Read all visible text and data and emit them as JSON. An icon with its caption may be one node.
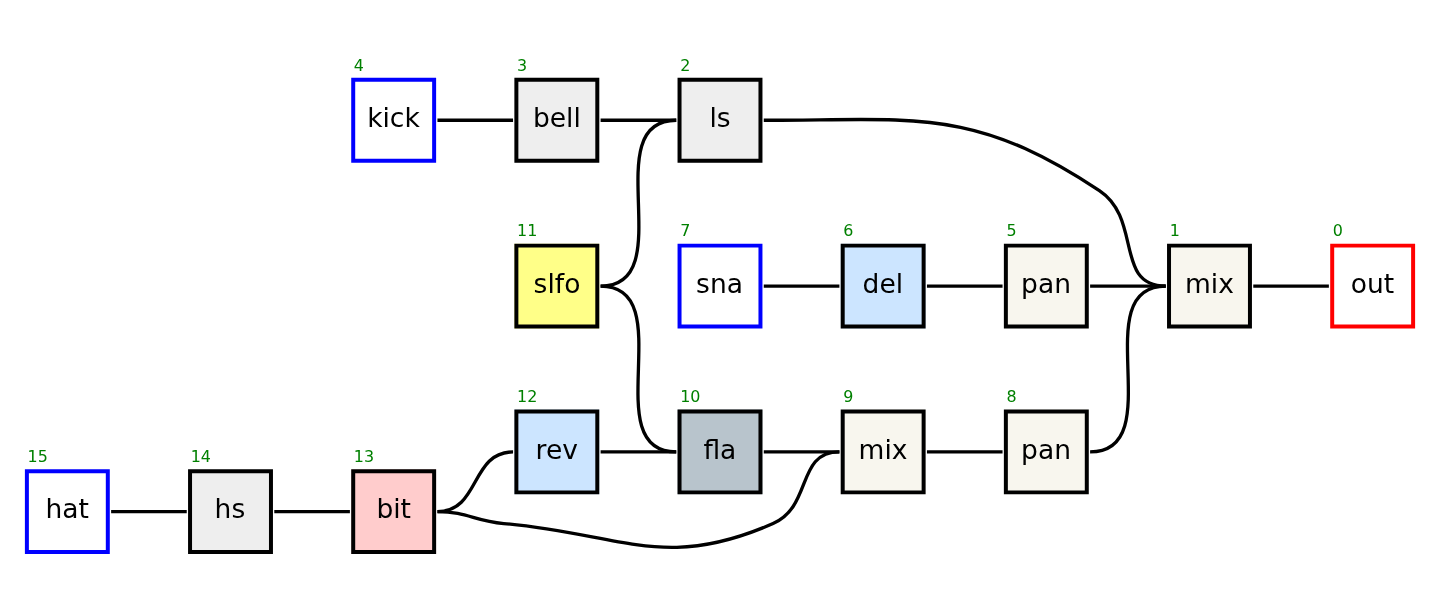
{
  "diagram": {
    "nodes": [
      {
        "text": [
          "kick"
        ],
        "beside": [
          "4"
        ]
      },
      {
        "text": [
          "bell"
        ],
        "beside": [
          "3"
        ]
      },
      {
        "text": [
          "ls"
        ],
        "beside": [
          "2"
        ]
      },
      {
        "text": [
          "sna"
        ],
        "beside": [
          "7"
        ]
      },
      {
        "text": [
          "del"
        ],
        "beside": [
          "6"
        ]
      },
      {
        "text": [
          "pan"
        ],
        "beside": [
          "5"
        ]
      },
      {
        "text": [
          "mix"
        ],
        "beside": [
          "1"
        ]
      },
      {
        "text": [
          "out"
        ],
        "beside": [
          "0"
        ]
      },
      {
        "text": [
          "hat"
        ],
        "beside": [
          "15"
        ]
      },
      {
        "text": [
          "hs"
        ],
        "beside": [
          "14"
        ]
      },
      {
        "text": [
          "bit"
        ],
        "beside": [
          "13"
        ]
      },
      {
        "text": [
          "mix"
        ],
        "beside": [
          "9"
        ]
      },
      {
        "text": [
          "pan"
        ],
        "beside": [
          "8"
        ]
      },
      {
        "text": [
          "rev"
        ],
        "beside": [
          "12"
        ]
      },
      {
        "text": [
          "fla"
        ],
        "beside": [
          "10"
        ]
      },
      {
        "text": [
          "slfo"
        ],
        "beside": [
          "11"
        ]
      }
    ],
    "edges": [
      {
        "from": 0,
        "to": 1,
        "arrow": "none"
      },
      {
        "from": 1,
        "to": 2,
        "arrow": "none"
      },
      {
        "from": 2,
        "to": 6,
        "arrow": "none"
      },
      {
        "from": 3,
        "to": 4,
        "arrow": "none"
      },
      {
        "from": 4,
        "to": 5,
        "arrow": "none"
      },
      {
        "from": 5,
        "to": 6,
        "arrow": "none"
      },
      {
        "from": 6,
        "to": 7,
        "arrow": "none"
      },
      {
        "from": 8,
        "to": 9,
        "arrow": "none"
      },
      {
        "from": 9,
        "to": 10,
        "arrow": "none"
      },
      {
        "from": 10,
        "to": 11,
        "arrow": "none"
      },
      {
        "from": 10,
        "to": 13,
        "arrow": "none"
      },
      {
        "from": 13,
        "to": 14,
        "arrow": "none"
      },
      {
        "from": 15,
        "to": 14,
        "arrow": "none"
      },
      {
        "from": 15,
        "to": 2,
        "arrow": "none"
      },
      {
        "from": 14,
        "to": 11,
        "arrow": "none"
      },
      {
        "from": 11,
        "to": 12,
        "arrow": "none"
      },
      {
        "from": 12,
        "to": 6,
        "arrow": "none"
      }
    ]
  }
}
